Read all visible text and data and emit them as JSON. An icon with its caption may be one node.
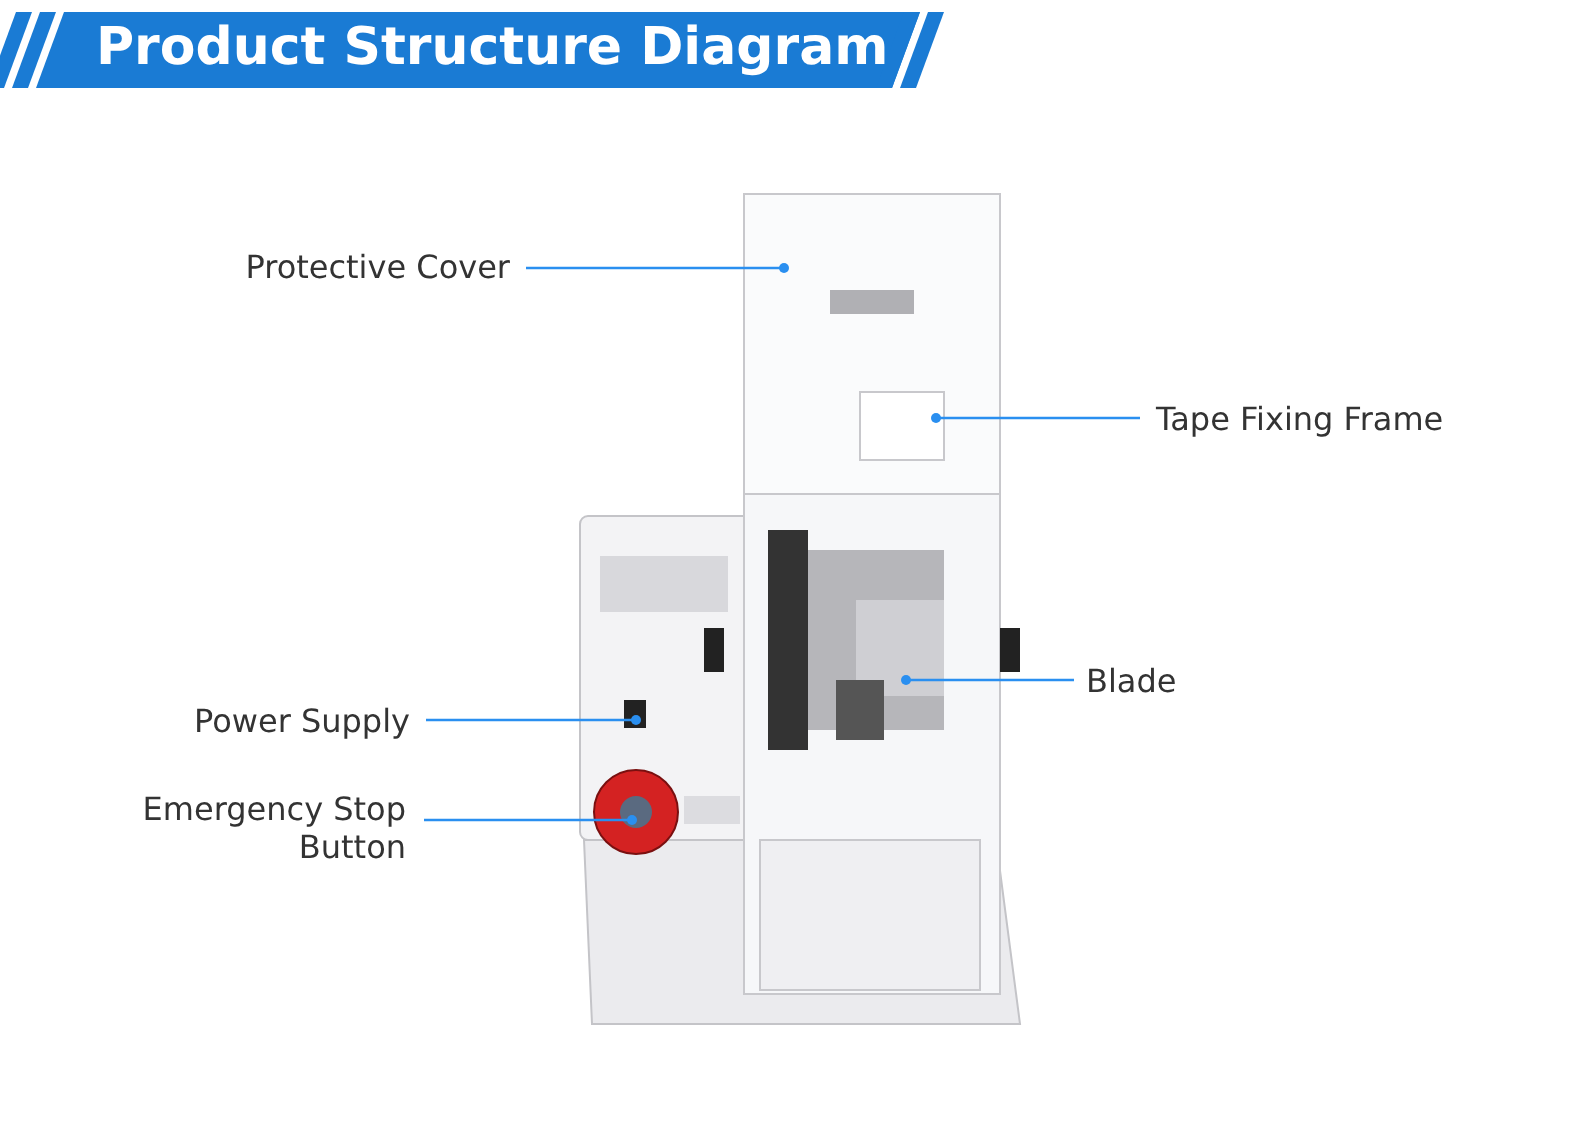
{
  "diagram": {
    "title": "Product Structure Diagram",
    "nodes": [
      {
        "text": [
          "Protective Cover"
        ]
      },
      {
        "text": [
          "Tape Fixing Frame"
        ]
      },
      {
        "text": [
          "Blade"
        ]
      },
      {
        "text": [
          "Power Supply"
        ]
      },
      {
        "text": [
          "Emergency Stop Button"
        ]
      }
    ],
    "edges": [
      {
        "from": 0,
        "to": null,
        "arrow": "other"
      },
      {
        "from": 1,
        "to": null,
        "arrow": "other"
      },
      {
        "from": 2,
        "to": null,
        "arrow": "other"
      },
      {
        "from": 3,
        "to": null,
        "arrow": "other"
      },
      {
        "from": 4,
        "to": null,
        "arrow": "other"
      }
    ]
  }
}
